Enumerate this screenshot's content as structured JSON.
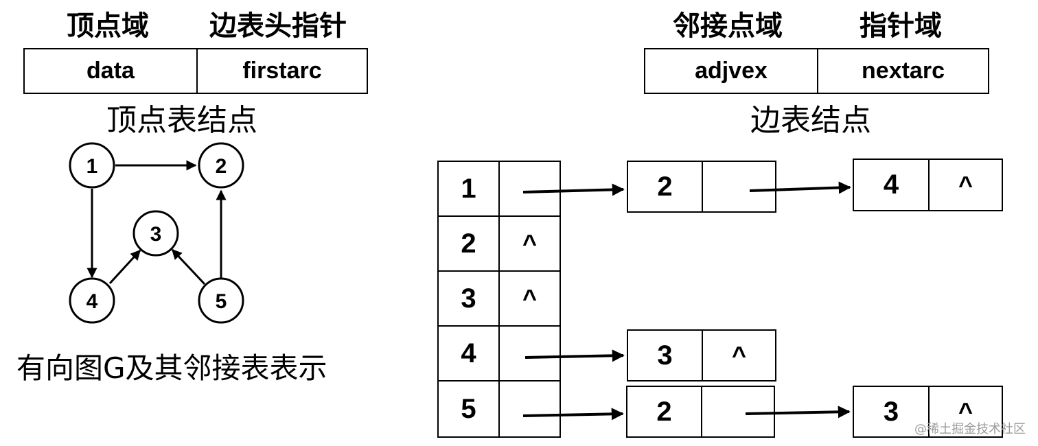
{
  "vertex_node": {
    "headers": [
      "顶点域",
      "边表头指针"
    ],
    "fields": [
      "data",
      "firstarc"
    ],
    "caption": "顶点表结点"
  },
  "edge_node": {
    "headers": [
      "邻接点域",
      "指针域"
    ],
    "fields": [
      "adjvex",
      "nextarc"
    ],
    "caption": "边表结点"
  },
  "graph": {
    "caption": "有向图G及其邻接表表示",
    "nodes": [
      "1",
      "2",
      "3",
      "4",
      "5"
    ],
    "edges": [
      [
        "1",
        "2"
      ],
      [
        "1",
        "4"
      ],
      [
        "4",
        "3"
      ],
      [
        "5",
        "3"
      ],
      [
        "5",
        "2"
      ]
    ]
  },
  "vertex_table": [
    {
      "vertex": "1",
      "pointer": ""
    },
    {
      "vertex": "2",
      "pointer": "^"
    },
    {
      "vertex": "3",
      "pointer": "^"
    },
    {
      "vertex": "4",
      "pointer": ""
    },
    {
      "vertex": "5",
      "pointer": ""
    }
  ],
  "edge_lists": {
    "row1": [
      {
        "adjvex": "2",
        "next": ""
      },
      {
        "adjvex": "4",
        "next": "^"
      }
    ],
    "row4": [
      {
        "adjvex": "3",
        "next": "^"
      }
    ],
    "row5": [
      {
        "adjvex": "2",
        "next": ""
      },
      {
        "adjvex": "3",
        "next": "^"
      }
    ]
  },
  "watermark": "@稀土掘金技术社区"
}
